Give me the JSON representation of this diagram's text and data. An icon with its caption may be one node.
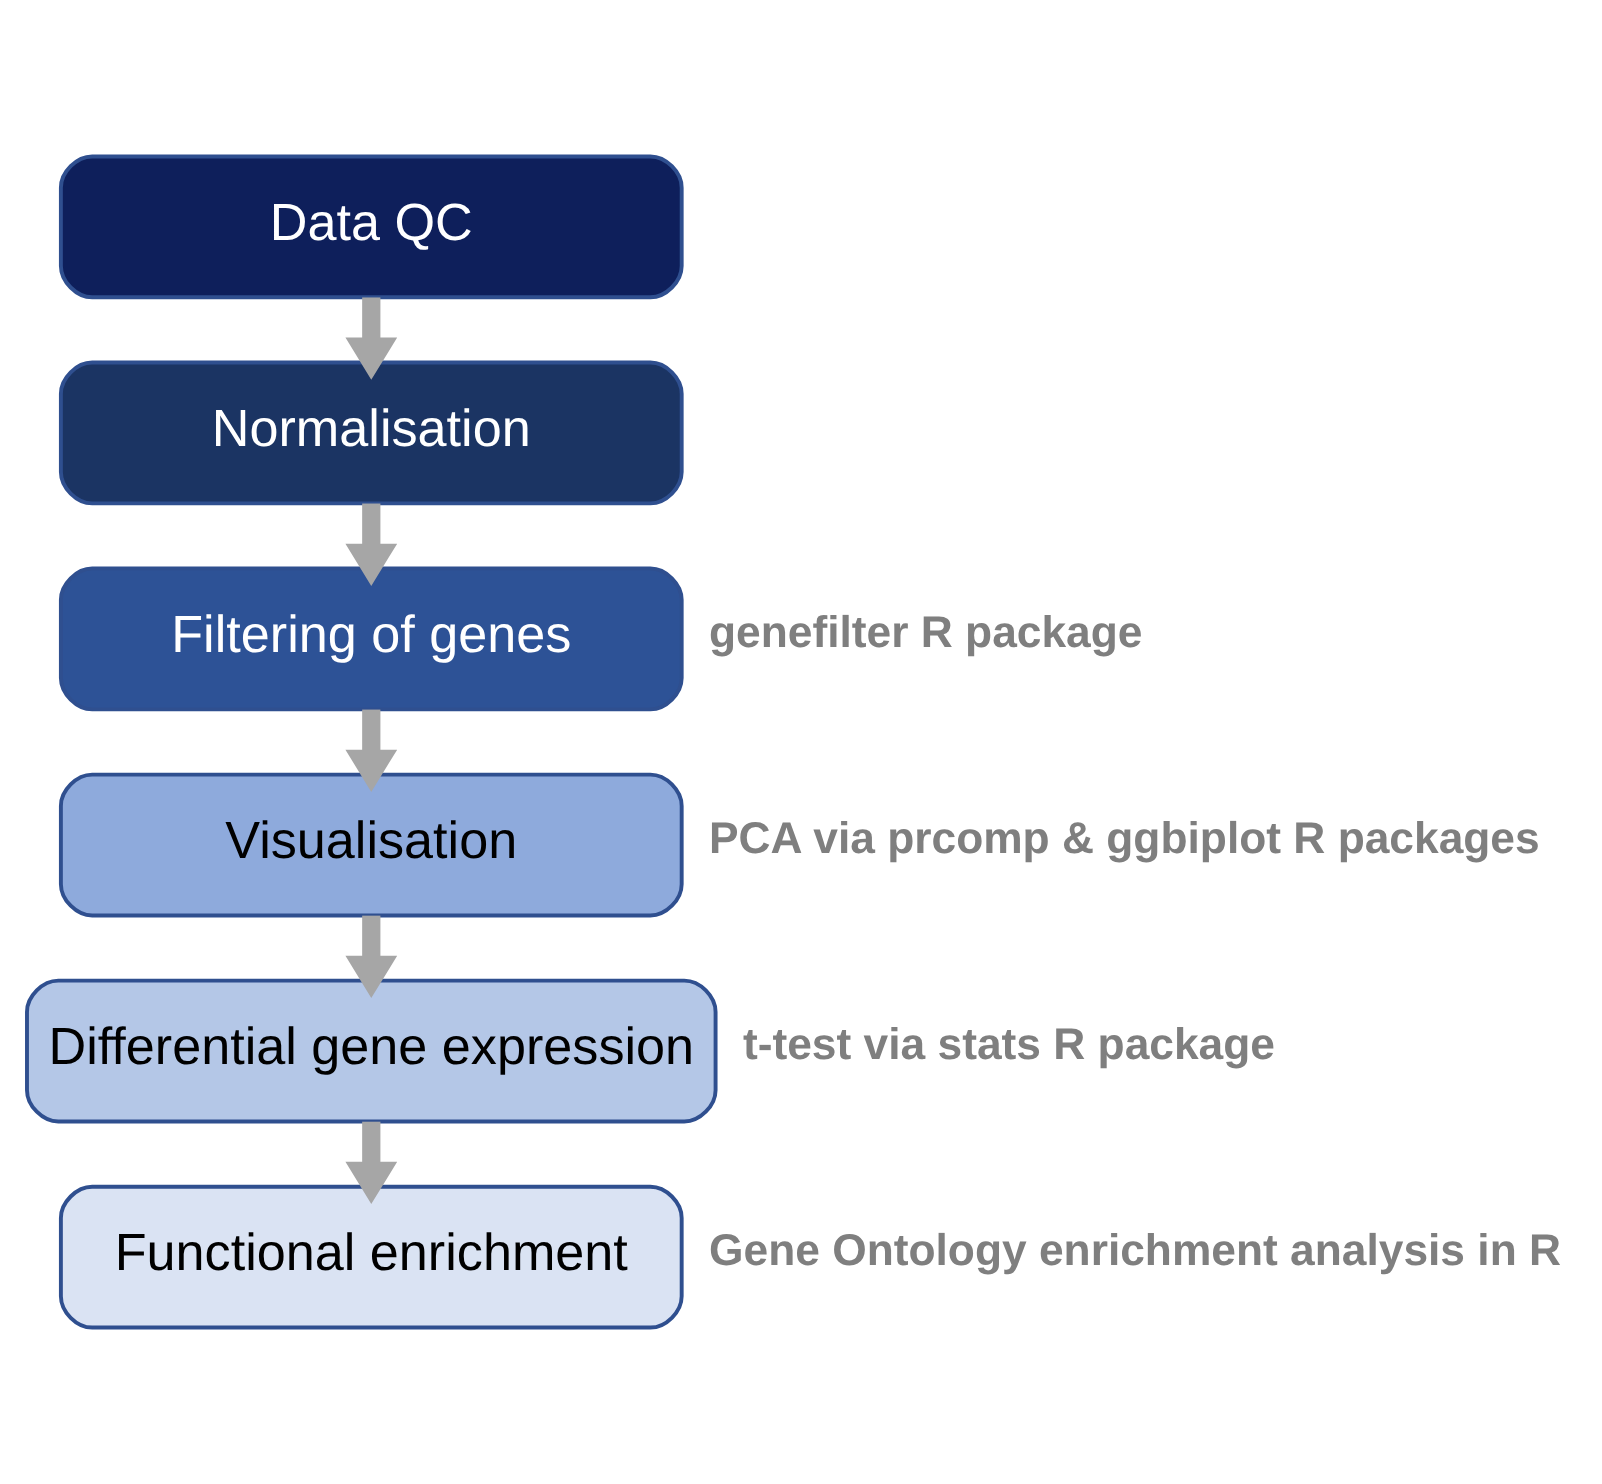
{
  "diagram": {
    "nodes": [
      {
        "text": [
          "Data QC"
        ]
      },
      {
        "text": [
          "Normalisation"
        ]
      },
      {
        "text": [
          "Filtering of genes"
        ],
        "beside": [
          "genefilter R package"
        ]
      },
      {
        "text": [
          "Visualisation"
        ],
        "beside": [
          "PCA via prcomp & ggbiplot R packages"
        ]
      },
      {
        "text": [
          "Differential gene expression"
        ],
        "beside": [
          "t-test via stats R package"
        ]
      },
      {
        "text": [
          "Functional enrichment"
        ],
        "beside": [
          "Gene Ontology enrichment analysis in R"
        ]
      }
    ],
    "edges": [
      {
        "from": 0,
        "to": 1,
        "arrow": "to"
      },
      {
        "from": 1,
        "to": 2,
        "arrow": "to"
      },
      {
        "from": 2,
        "to": 3,
        "arrow": "to"
      },
      {
        "from": 3,
        "to": 4,
        "arrow": "to"
      },
      {
        "from": 4,
        "to": 5,
        "arrow": "to"
      }
    ]
  }
}
